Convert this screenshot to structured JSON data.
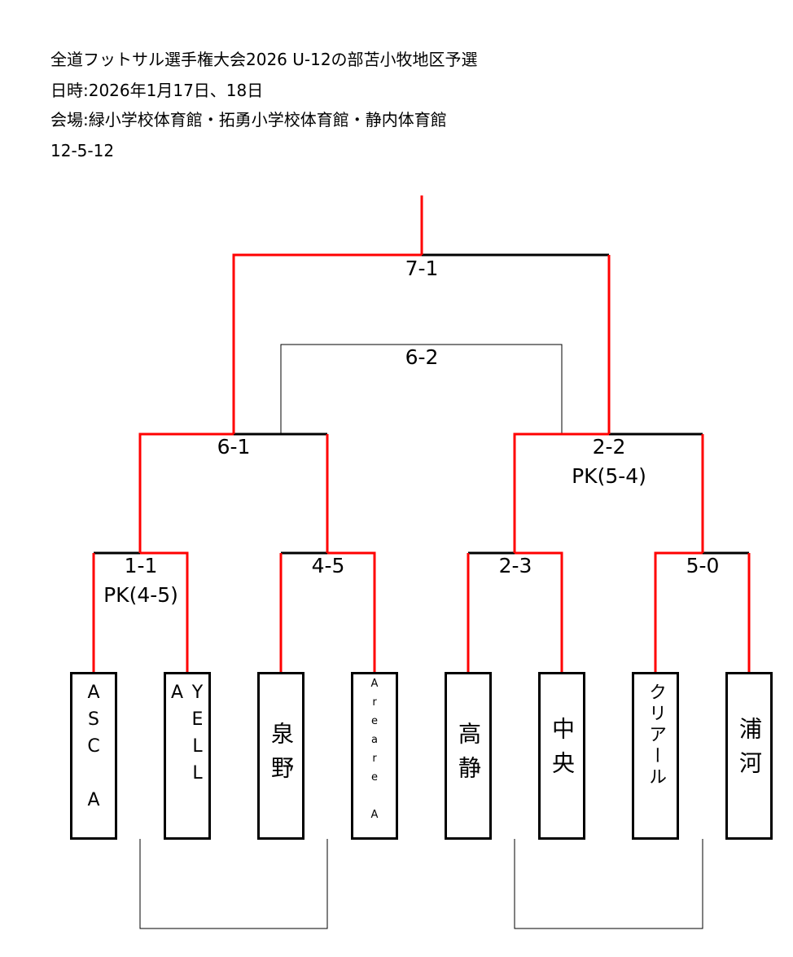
{
  "header": {
    "title": "全道フットサル選手権大会2026 U-12の部苫小牧地区予選",
    "date": "日時:2026年1月17日、18日",
    "venue": "会場:緑小学校体育館・拓勇小学校体育館・静内体育館",
    "code": "12-5-12"
  },
  "colors": {
    "winner_line": "#ff0000",
    "line": "#000000"
  },
  "bracket": {
    "final": {
      "score": "7-1"
    },
    "third_place": {
      "score": "6-2"
    },
    "semi1": {
      "score": "6-1"
    },
    "semi2": {
      "score": "2-2",
      "pk": "PK(5-4)"
    },
    "r1_1": {
      "score": "1-1",
      "pk": "PK(4-5)"
    },
    "r1_2": {
      "score": "4-5"
    },
    "r1_3": {
      "score": "2-3"
    },
    "r1_4": {
      "score": "5-0"
    }
  },
  "teams": [
    "ASC A",
    "YELL A",
    "泉野",
    "Areare A",
    "高静",
    "中央",
    "クリアール",
    "浦河"
  ]
}
